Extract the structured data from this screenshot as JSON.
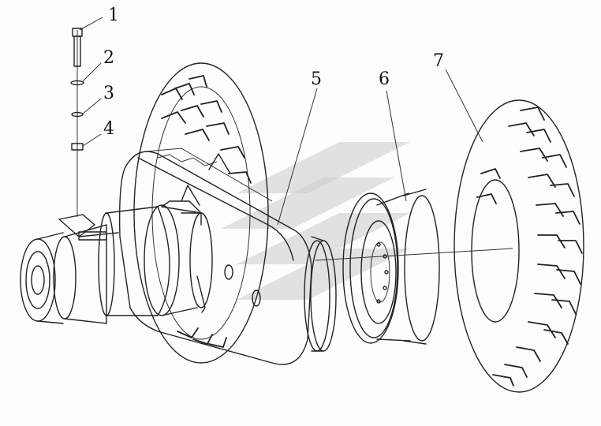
{
  "callouts": {
    "c1": "1",
    "c2": "2",
    "c3": "3",
    "c4": "4",
    "c5": "5",
    "c6": "6",
    "c7": "7"
  },
  "colors": {
    "line": "#222222",
    "watermark": "#c9ccc9",
    "background": "#fdfdfd"
  }
}
